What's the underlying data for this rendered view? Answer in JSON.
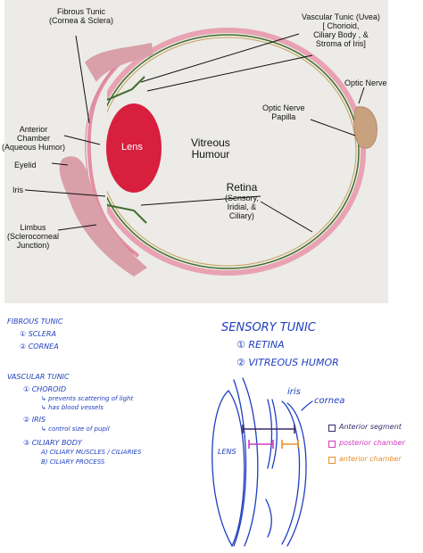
{
  "photo_labels": {
    "fibrous_tunic": "Fibrous Tunic",
    "fibrous_tunic_sub": "(Cornea & Sclera)",
    "vascular_1": "Vascular Tunic (Uvea)",
    "vascular_2": "[ Chorioid,",
    "vascular_3": "Ciliary Body , &",
    "vascular_4": "Stroma of Iris]",
    "optic_nerve": "Optic Nerve",
    "optic_papilla_1": "Optic Nerve",
    "optic_papilla_2": "Papilla",
    "anterior_1": "Anterior",
    "anterior_2": "Chamber",
    "anterior_3": "(Aqueous Humor)",
    "eyelid": "Eyelid",
    "iris": "Iris",
    "limbus_1": "Limbus",
    "limbus_2": "(Sclerocorneal",
    "limbus_3": "Junction)",
    "lens": "Lens",
    "vitreous_1": "Vitreous",
    "vitreous_2": "Humour",
    "retina_1": "Retina",
    "retina_2": "(Sensory,",
    "retina_3": "Iridial, &",
    "retina_4": "Ciliary)"
  },
  "notes": {
    "fibrous_title": "FIBROUS TUNIC",
    "fibrous_1": "① SCLERA",
    "fibrous_2": "② CORNEA",
    "vascular_title": "VASCULAR TUNIC",
    "vascular_1": "① CHOROID",
    "vascular_1a": "↳ prevents scattering of light",
    "vascular_1b": "↳ has blood vessels",
    "vascular_2": "② IRIS",
    "vascular_2a": "↳ control size of pupil",
    "vascular_3": "③ CILIARY BODY",
    "vascular_3a": "A) CILIARY MUSCLES / CILIARIES",
    "vascular_3b": "B) CILIARY PROCESS",
    "sensory_title": "SENSORY TUNIC",
    "sensory_1": "① RETINA",
    "sensory_2": "② VITREOUS HUMOR"
  },
  "sketch": {
    "iris": "iris",
    "cornea": "cornea",
    "lens": "LENS"
  },
  "legend": [
    {
      "text": "Anterior segment",
      "color": "#3b2a6e"
    },
    {
      "text": "posterior chamber",
      "color": "#d03bbd"
    },
    {
      "text": "anterior chamber",
      "color": "#e8902c"
    }
  ],
  "colors": {
    "sclera": "#e9a2b2",
    "choroid": "#3f6e2a",
    "lens": "#d81f3e",
    "ink": "#1f3fbf"
  }
}
